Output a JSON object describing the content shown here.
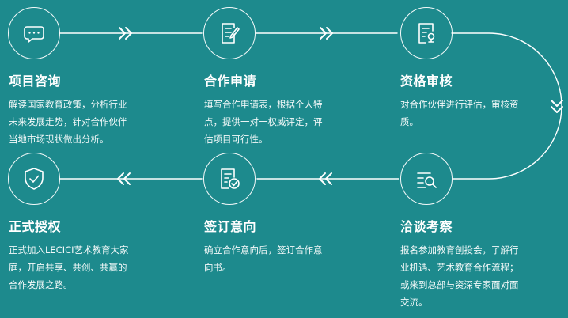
{
  "steps": [
    {
      "icon": "chat-bubble-icon",
      "title": "项目咨询",
      "lines": [
        "解读国家教育政策，分析行业",
        "未来发展走势，针对合作伙伴",
        "当地市场现状做出分析。"
      ]
    },
    {
      "icon": "document-edit-icon",
      "title": "合作申请",
      "lines": [
        "填写合作申请表，根据个人特",
        "点，提供一对一权威评定，评",
        "估项目可行性。"
      ]
    },
    {
      "icon": "document-seal-icon",
      "title": "资格审核",
      "lines": [
        "对合作伙伴进行评估，审核资",
        "质。"
      ]
    },
    {
      "icon": "document-search-icon",
      "title": "洽谈考察",
      "lines": [
        "报名参加教育创投会，了解行",
        "业机遇、艺术教育合作流程；",
        "或来到总部与资深专家面对面",
        "交流。"
      ]
    },
    {
      "icon": "document-check-icon",
      "title": "签订意向",
      "lines": [
        "确立合作意向后，签订合作意",
        "向书。"
      ]
    },
    {
      "icon": "shield-check-icon",
      "title": "正式授权",
      "lines": [
        "正式加入LECICI艺术教育大家",
        "庭，开启共享、共创、共赢的",
        "合作发展之路。"
      ]
    }
  ]
}
